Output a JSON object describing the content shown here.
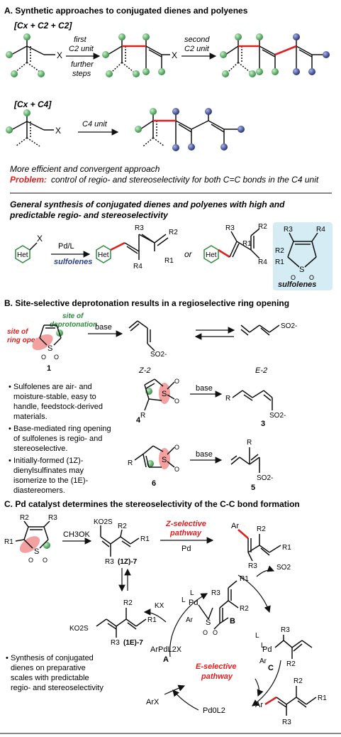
{
  "secA": {
    "title": "A. Synthetic approaches to conjugated dienes and polyenes",
    "row1_label": "[Cx + C2 + C2]",
    "arrow1_top": "first",
    "arrow1_top2": "C2 unit",
    "arrow1_bottom": "further",
    "arrow1_bottom2": "steps",
    "arrow2_top": "second",
    "arrow2_top2": "C2 unit",
    "row2_label": "[Cx + C4]",
    "arrow3_top": "C4 unit",
    "x_label": "X",
    "efficient": "More efficient and convergent approach",
    "problem_label": "Problem:",
    "problem_text": "control of regio- and stereoselectivity for both C=C bonds in the C4 unit",
    "general_line1": "General synthesis of conjugated dienes and polyenes with high and",
    "general_line2": "predictable regio- and stereoselectivity",
    "het": "Het",
    "pdl": "Pd/L",
    "sulfolenes_reagent": "sulfolenes",
    "or": "or",
    "sulfolenes_box": "sulfolenes",
    "sub_R1": "R1",
    "sub_R2": "R2",
    "sub_R3": "R3",
    "sub_R4": "R4"
  },
  "secB": {
    "title": "B. Site-selective deprotonation results in a regioselective ring opening",
    "deprot1": "site of",
    "deprot2": "deprotonation",
    "ring1": "site of",
    "ring2": "ring opening",
    "base": "base",
    "cmpd1": "1",
    "z2": "Z-2",
    "e2": "E-2",
    "so2minus": "SO2-",
    "bullet1": [
      "Sulfolenes are air- and",
      "moisture-stable, easy to",
      "handle, feedstock-derived",
      "materials."
    ],
    "bullet2": [
      "Base-mediated ring opening",
      "of sulfolenes is regio- and",
      "stereoselective."
    ],
    "bullet3": [
      "Initially-formed (1Z)-",
      "dienylsulfinates may",
      "isomerize to the (1E)-",
      "diastereomers."
    ],
    "cmpd3": "3",
    "cmpd4": "4",
    "cmpd5": "5",
    "cmpd6": "6",
    "R": "R",
    "S": "S",
    "O": "O"
  },
  "secC": {
    "title": "C. Pd catalyst determines the stereoselectivity of the  C-C bond formation",
    "ch3ok": "CH3OK",
    "z7": "(1Z)-7",
    "e7": "(1E)-7",
    "kso2": "KO2S",
    "z_path1": "Z-selective",
    "z_path2": "pathway",
    "pd": "Pd",
    "ar": "Ar",
    "kx": "KX",
    "so2": "SO2",
    "e_path1": "E-selective",
    "e_path2": "pathway",
    "arpdl2x": "ArPdL2X",
    "A": "A",
    "B": "B",
    "C": "C",
    "arx": "ArX",
    "pd0": "Pd0L2",
    "L": "L",
    "bullet": [
      "Synthesis of conjugated",
      "dienes on preparative",
      "scales with predictable",
      "regio- and stereoselectivity"
    ]
  },
  "colors": {
    "red": "#e02020",
    "green_ball": "#5cb85c",
    "blue_ball": "#2c3e8c",
    "box": "#d6ecf5",
    "pink": "#f2a0a0"
  }
}
